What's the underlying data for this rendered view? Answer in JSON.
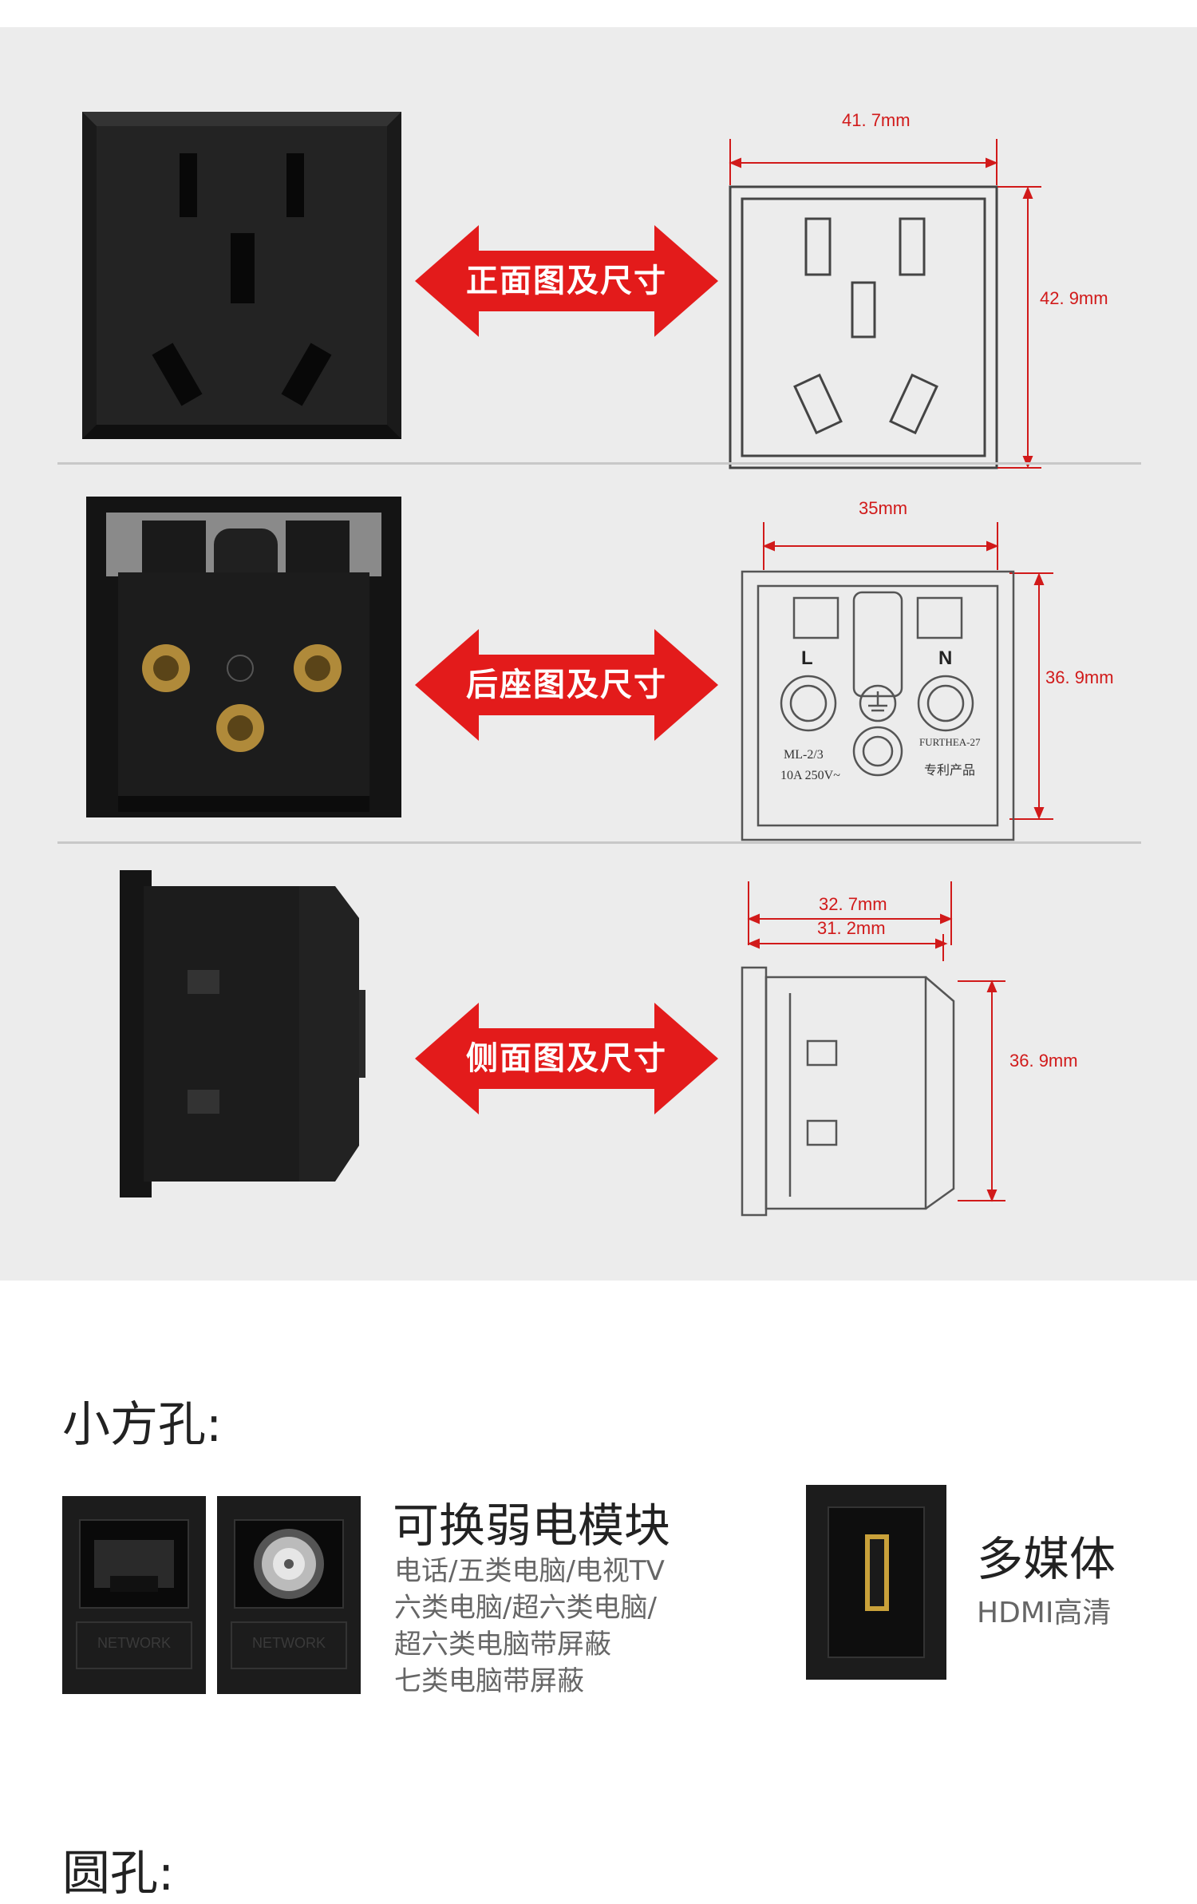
{
  "panel": {
    "rows": [
      {
        "label": "正面图及尺寸",
        "dims": [
          "41. 7mm",
          "42. 9mm"
        ]
      },
      {
        "label": "后座图及尺寸",
        "dims": [
          "35mm",
          "36. 9mm"
        ],
        "markings": [
          "L",
          "N",
          "ML-2/3",
          "10A 250V~",
          "FURTHEA-27",
          "专利产品"
        ]
      },
      {
        "label": "侧面图及尺寸",
        "dims": [
          "32. 7mm",
          "31. 2mm",
          "36. 9mm"
        ]
      }
    ]
  },
  "small_hole": {
    "heading": "小方孔:",
    "module_network_label": "NETWORK",
    "weak_current": {
      "title": "可换弱电模块",
      "lines": [
        "电话/五类电脑/电视TV",
        "六类电脑/超六类电脑/",
        "超六类电脑带屏蔽",
        "七类电脑带屏蔽"
      ]
    },
    "multimedia": {
      "title": "多媒体",
      "subtitle": "HDMI高清"
    }
  },
  "bottom_heading": "圆孔:",
  "colors": {
    "accent_red": "#e31b1b",
    "dim_red": "#d11a1a",
    "panel_bg": "#ececec",
    "module_black": "#1c1c1c"
  }
}
